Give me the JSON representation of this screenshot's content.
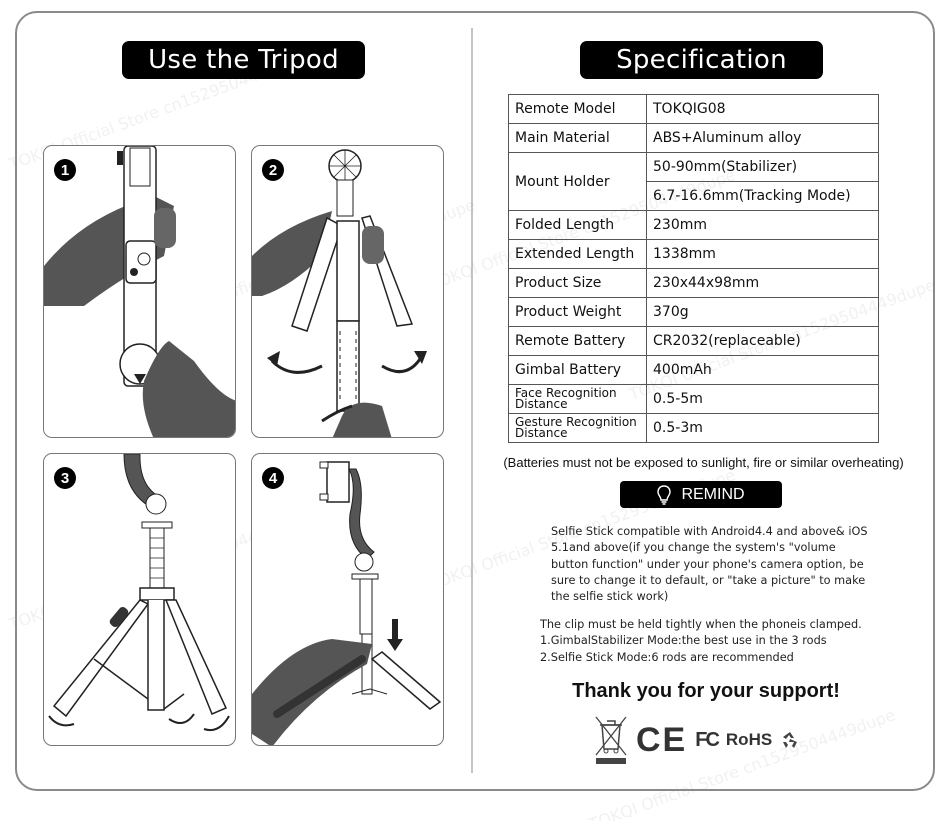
{
  "left_section": {
    "title": "Use the Tripod",
    "steps": [
      {
        "number": "1",
        "illustration": "hand extending selfie stick handle"
      },
      {
        "number": "2",
        "illustration": "unfolding tripod legs"
      },
      {
        "number": "3",
        "illustration": "tripod standing with legs spread"
      },
      {
        "number": "4",
        "illustration": "pressing leg down to close tripod"
      }
    ]
  },
  "right_section": {
    "title": "Specification",
    "spec_table": {
      "rows": [
        {
          "label": "Remote Model",
          "values": [
            "TOKQIG08"
          ]
        },
        {
          "label": "Main Material",
          "values": [
            "ABS+Aluminum alloy"
          ]
        },
        {
          "label": "Mount Holder",
          "values": [
            "50-90mm(Stabilizer)",
            "6.7-16.6mm(Tracking Mode)"
          ]
        },
        {
          "label": "Folded Length",
          "values": [
            "230mm"
          ]
        },
        {
          "label": "Extended Length",
          "values": [
            "1338mm"
          ]
        },
        {
          "label": "Product Size",
          "values": [
            "230x44x98mm"
          ]
        },
        {
          "label": "Product Weight",
          "values": [
            "370g"
          ]
        },
        {
          "label": "Remote Battery",
          "values": [
            "CR2032(replaceable)"
          ]
        },
        {
          "label": "Gimbal Battery",
          "values": [
            "400mAh"
          ]
        },
        {
          "label": "Face Recognition Distance",
          "values": [
            "0.5-5m"
          ]
        },
        {
          "label": "Gesture Recognition Distance",
          "values": [
            "0.5-3m"
          ]
        }
      ]
    },
    "battery_note": "(Batteries must not be exposed to sunlight, fire or similar overheating)",
    "remind": {
      "icon": "lightbulb-icon",
      "label": "REMIND"
    },
    "compat_text": "Selfie Stick compatible with Android4.4 and above& iOS 5.1and above(if you change the system's \"volume button function\" under your phone's camera option, be sure to change it to default, or \"take a picture\" to make the selfie stick work)",
    "clip_notes": [
      "The clip must be held tightly when the phoneis clamped.",
      "1.GimbalStabilizer Mode:the best use in the 3 rods",
      "2.Selfie Stick Mode:6 rods are recommended"
    ],
    "thanks": "Thank you for your support!",
    "certifications": {
      "weee": "weee-bin-icon",
      "ce": "CE",
      "fcc": "FC",
      "rohs": "RoHS",
      "recycle": "recycle-icon"
    }
  },
  "watermark": "TOKQI Official Store cn1529504449dupe",
  "colors": {
    "frame_border": "#8a8a8a",
    "pill_bg": "#000000",
    "pill_text": "#ffffff",
    "table_border": "#555555"
  }
}
